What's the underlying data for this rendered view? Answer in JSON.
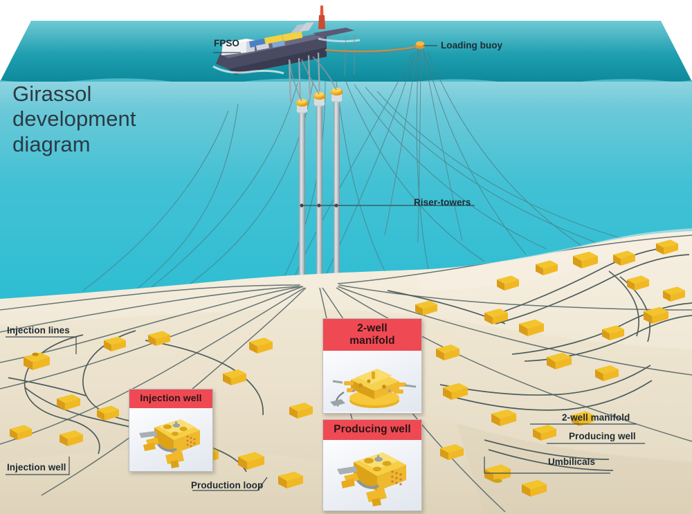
{
  "title": "Girassol\ndevelopment\ndiagram",
  "palette": {
    "sea_top_surface": "#0f8ea0",
    "sea_surface_light": "#3fb6c4",
    "water_upper": "#3fc0d2",
    "water_lower": "#2bbcd2",
    "seabed_light": "#f1e6d2",
    "seabed_mid": "#e6dcc6",
    "seabed_shadow": "#d8cdb6",
    "equipment_yellow": "#f5c52a",
    "equipment_gold": "#e8a81d",
    "pipeline_gray": "#5e6b6b",
    "callout_red": "#ef4a54",
    "label_text": "#1d2b33",
    "hull_purple": "#4a4a63",
    "derrick_red": "#e2583c"
  },
  "labels": {
    "fpso": "FPSO",
    "loading_buoy": "Loading buoy",
    "riser_towers": "Riser-towers",
    "injection_lines": "Injection lines",
    "injection_well_left": "Injection well",
    "production_loop": "Production loop",
    "manifold_right": "2-well manifold",
    "producing_well_right": "Producing well",
    "umbilicals": "Umbilicals"
  },
  "insets": [
    {
      "id": "manifold",
      "caption": "2-well\nmanifold"
    },
    {
      "id": "producing_well",
      "caption": "Producing well"
    },
    {
      "id": "injection_well",
      "caption": "Injection well"
    }
  ]
}
